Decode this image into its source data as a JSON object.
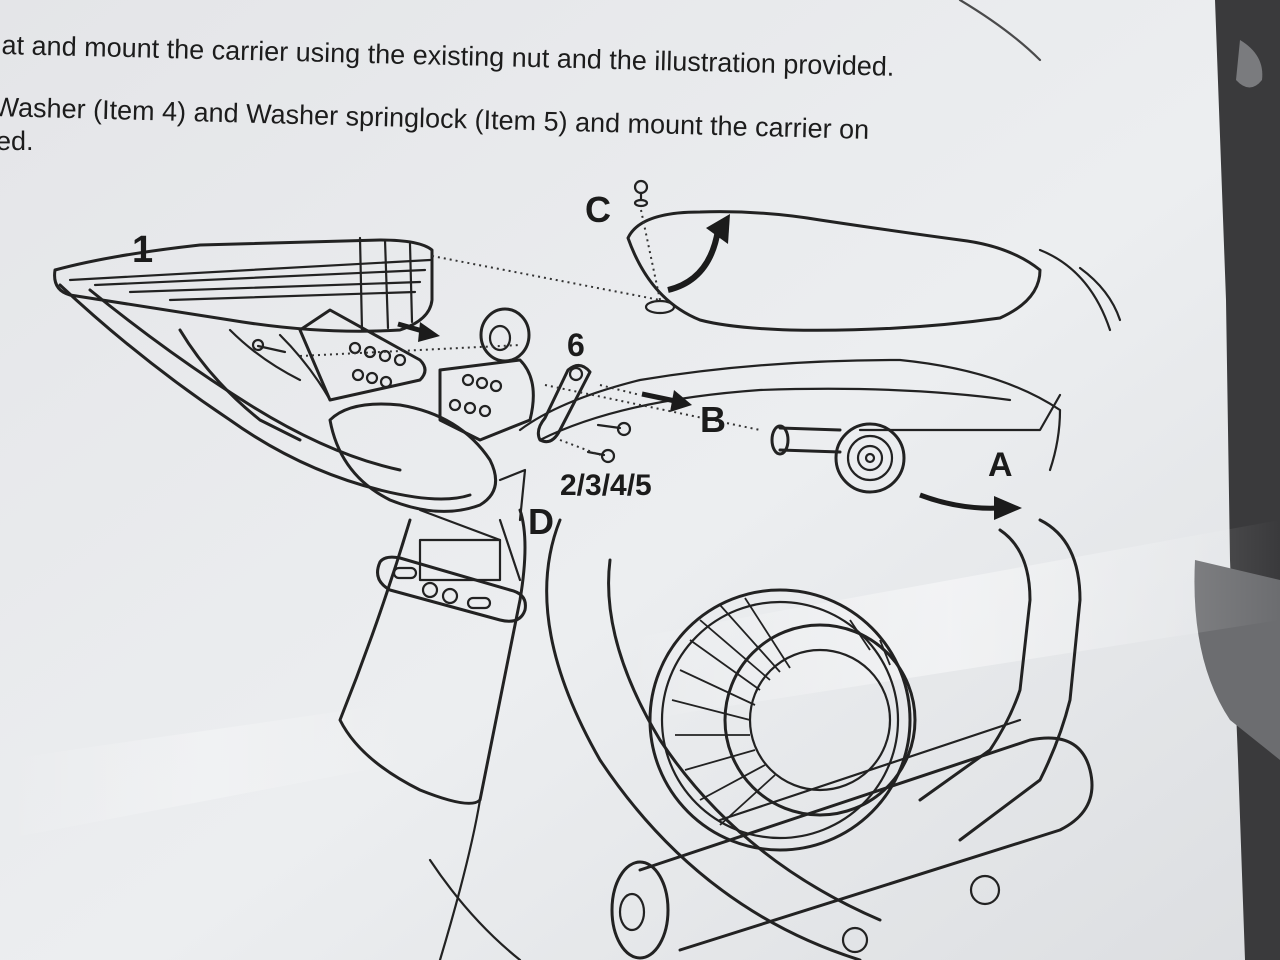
{
  "instructions": {
    "line1": "at and mount the carrier using the existing nut and the illustration provided.",
    "line2": "Washer (Item 4) and Washer springlock (Item 5) and mount the carrier on",
    "line3": "ed."
  },
  "callouts": {
    "item1": "1",
    "item6": "6",
    "items_2_5": "2/3/4/5",
    "point_a": "A",
    "point_b": "B",
    "point_c": "C",
    "point_d": "D"
  },
  "colors": {
    "paper": "#e9eaec",
    "ink": "#1b1b1b",
    "plastic_glare": "#f7f8fa",
    "background_dark": "#3c3c3e"
  }
}
